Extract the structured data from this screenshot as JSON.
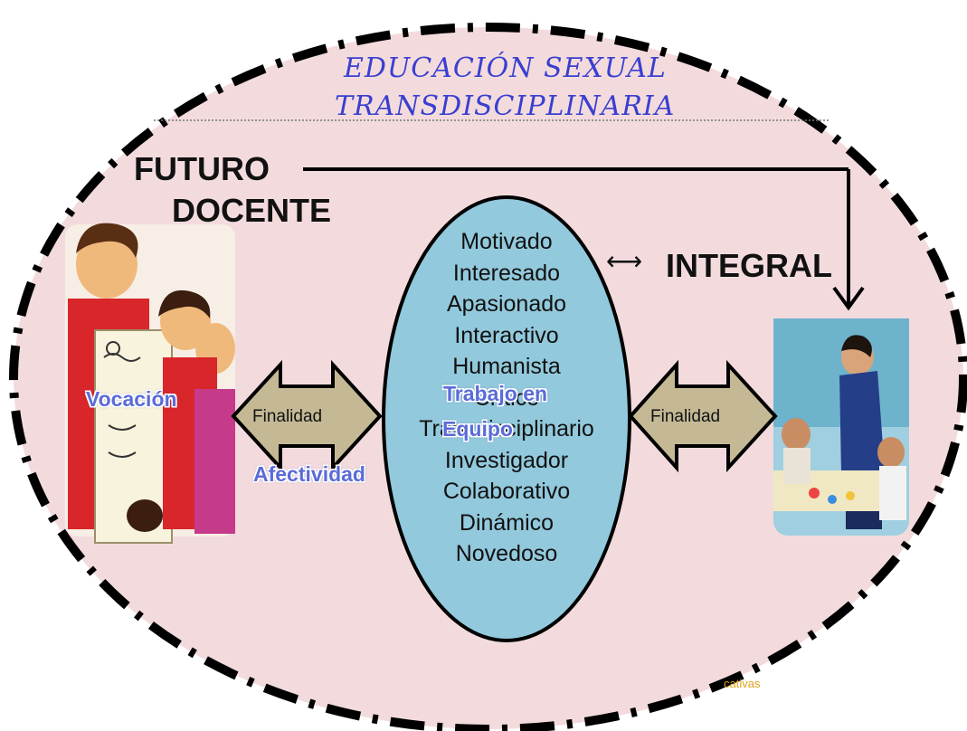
{
  "title": {
    "line1": "EDUCACIÓN SEXUAL",
    "line2": "TRANSDISCIPLINARIA"
  },
  "futuro_docente": {
    "line1": "FUTURO",
    "line2": "DOCENTE"
  },
  "integral_label": "INTEGRAL",
  "bidirectional_symbol": "⟷",
  "traits": [
    "Motivado",
    "Interesado",
    "Apasionado",
    "Interactivo",
    "Humanista",
    "Crítico",
    "Transdisciplinario",
    "Investigador",
    "Colaborativo",
    "Dinámico",
    "Novedoso"
  ],
  "overlays": {
    "vocacion": "Vocación",
    "afectividad": "Afectividad",
    "trabajo_line1": "Trabajo en",
    "trabajo_line2": "Equipo"
  },
  "arrows": {
    "left_label": "Finalidad",
    "right_label": "Finalidad"
  },
  "footer_snippet": "cativas",
  "colors": {
    "outer_ellipse_fill": "#f3dbdd",
    "center_ellipse_fill": "#92c9dc",
    "arrow_fill": "#c4b994",
    "title": "#3a3fd0",
    "overlay_text": "#5b6bd8"
  }
}
